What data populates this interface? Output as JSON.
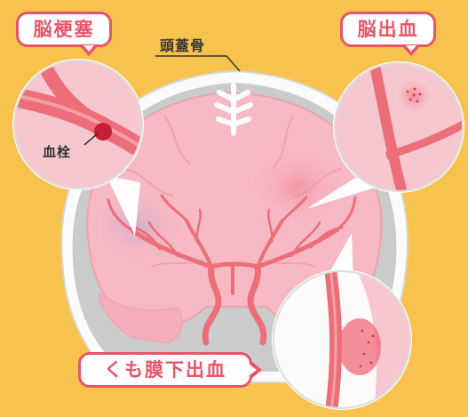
{
  "labels": {
    "stroke": "脳梗塞",
    "hemorrhage": "脳出血",
    "skull": "頭蓋骨",
    "thrombus": "血栓",
    "subarachnoid": "くも膜下出血"
  },
  "colors": {
    "background": "#f8c24e",
    "accent": "#e8546a",
    "brain": "#f7b9c4",
    "vessel": "#ec6e78",
    "skull": "#cfcfcf"
  }
}
